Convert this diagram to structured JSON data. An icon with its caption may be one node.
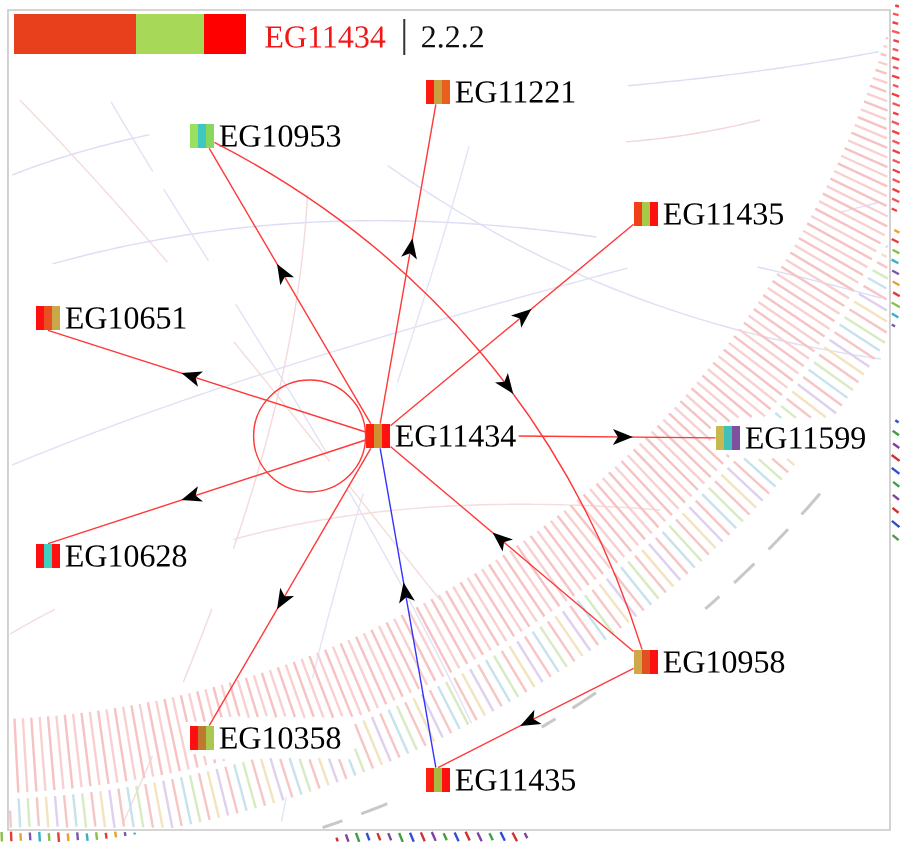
{
  "diagram": {
    "nodes": [
      {
        "text": [
          "EG11221"
        ]
      },
      {
        "text": [
          "EG10953"
        ]
      },
      {
        "text": [
          "EG11435"
        ]
      },
      {
        "text": [
          "EG10651"
        ]
      },
      {
        "text": [
          "EG11434"
        ]
      },
      {
        "text": [
          "EG11599"
        ]
      },
      {
        "text": [
          "EG10628"
        ]
      },
      {
        "text": [
          "EG10958"
        ]
      },
      {
        "text": [
          "EG10358"
        ]
      },
      {
        "text": [
          "EG11435"
        ]
      }
    ],
    "edges": [
      {
        "from": 4,
        "to": 0,
        "arrow": "to"
      },
      {
        "from": 4,
        "to": 1,
        "arrow": "to"
      },
      {
        "from": 1,
        "to": 7,
        "arrow": "to"
      },
      {
        "from": 4,
        "to": 2,
        "arrow": "to"
      },
      {
        "from": 4,
        "to": 3,
        "arrow": "to"
      },
      {
        "from": 4,
        "to": 5,
        "arrow": "to"
      },
      {
        "from": 4,
        "to": 6,
        "arrow": "to"
      },
      {
        "from": 4,
        "to": 8,
        "arrow": "to"
      },
      {
        "from": 9,
        "to": 4,
        "arrow": "to",
        "color": "#3333ff"
      },
      {
        "from": 7,
        "to": 4,
        "arrow": "to"
      },
      {
        "from": 7,
        "to": 9,
        "arrow": "to"
      },
      {
        "from": 4,
        "to": 4,
        "arrow": "none"
      }
    ],
    "labels": [
      "EG11434",
      "2.2.2"
    ]
  }
}
